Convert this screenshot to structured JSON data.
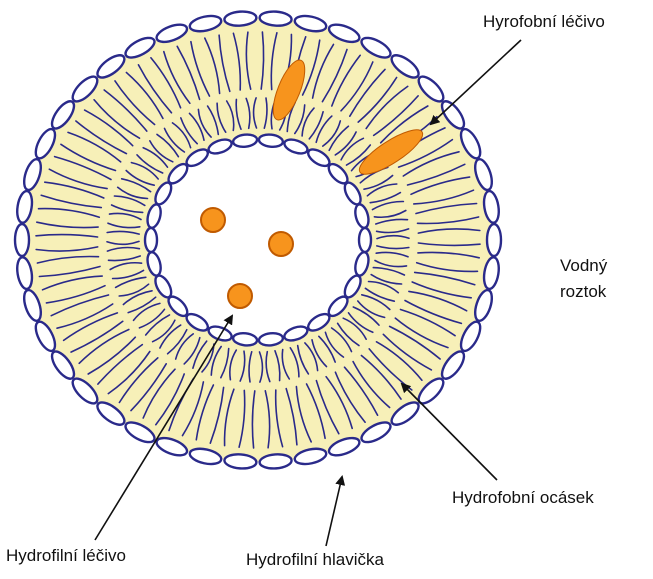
{
  "labels": {
    "hydrophobic_drug": "Hyrofobní léčivo",
    "solution_line1": "Vodný",
    "solution_line2": "roztok",
    "hydrophobic_tail": "Hydrofobní ocásek",
    "hydrophilic_drug": "Hydrofilní léčivo",
    "hydrophilic_head": "Hydrofilní hlavička"
  },
  "colors": {
    "membrane_fill": "#f7f0b8",
    "head_stroke": "#2a2a8a",
    "head_fill": "#ffffff",
    "tail_stroke": "#2a2a8a",
    "drug_fill": "#f7941d",
    "drug_stroke": "#c05a00",
    "arrow": "#111111"
  },
  "structure": {
    "outer_head_count": 42,
    "inner_head_count": 26,
    "hydrophobic_drug_count": 2,
    "hydrophilic_drug_count": 3
  }
}
